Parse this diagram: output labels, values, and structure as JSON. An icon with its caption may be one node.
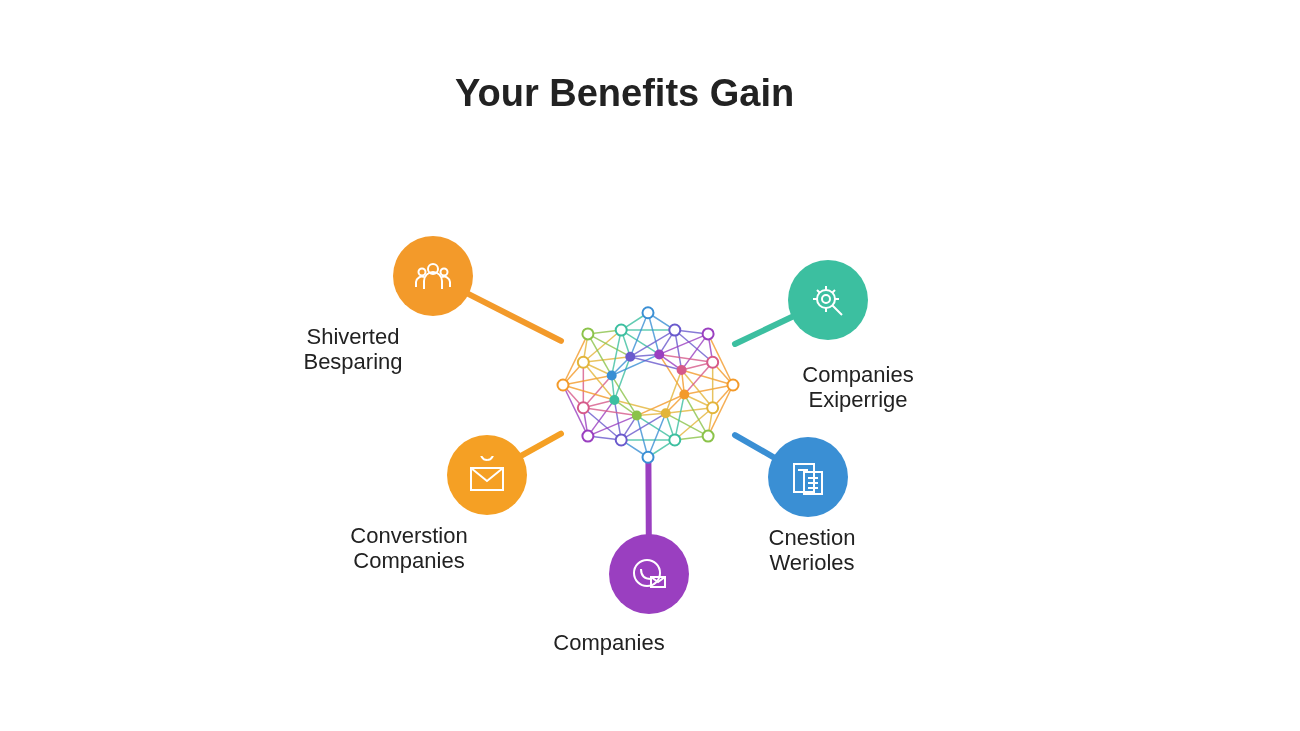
{
  "diagram": {
    "title": "Your Benefits Gain",
    "nodes": [
      {
        "text": [],
        "shape": "picture"
      },
      {
        "text": [],
        "shape": "circle",
        "beside": [
          "Shiverted Besparing"
        ]
      },
      {
        "text": [],
        "shape": "circle",
        "beside": [
          "Companies Exiperrige"
        ]
      },
      {
        "text": [],
        "shape": "circle",
        "beside": [
          "Converstion Companies"
        ]
      },
      {
        "text": [],
        "shape": "circle",
        "beside": [
          "Cnestion Werioles"
        ]
      },
      {
        "text": [],
        "shape": "circle",
        "beside": [
          "Companies"
        ]
      }
    ],
    "edges": [
      {
        "from": 1,
        "to": 0,
        "arrow": "none",
        "color": "#f39a2a"
      },
      {
        "from": 2,
        "to": 0,
        "arrow": "none",
        "color": "#3cbfa0"
      },
      {
        "from": 3,
        "to": 0,
        "arrow": "none",
        "color": "#f5a024"
      },
      {
        "from": 4,
        "to": 0,
        "arrow": "none",
        "color": "#3a8fd4"
      },
      {
        "from": 5,
        "to": 0,
        "arrow": "none",
        "color": "#9a3fc0"
      }
    ]
  }
}
